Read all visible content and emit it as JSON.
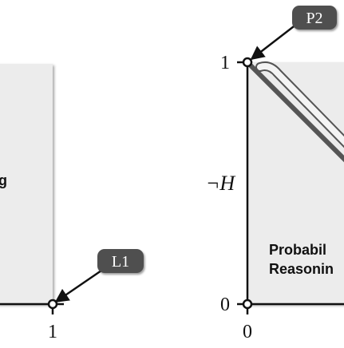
{
  "left_panel": {
    "region_label_fragment": "g",
    "x_tick": "1",
    "callout": "L1"
  },
  "right_panel": {
    "y_ticks": {
      "top": "1",
      "bottom": "0"
    },
    "x_tick": "0",
    "y_axis_label": "¬H",
    "region_label": [
      "Probabil",
      "Reasonin"
    ],
    "callout": "P2"
  },
  "colors": {
    "region_fill": "#ececec",
    "callout_fill": "#4f4f4f",
    "callout_text": "#ffffff",
    "axis": "#111111",
    "diagonal": "#555555"
  }
}
